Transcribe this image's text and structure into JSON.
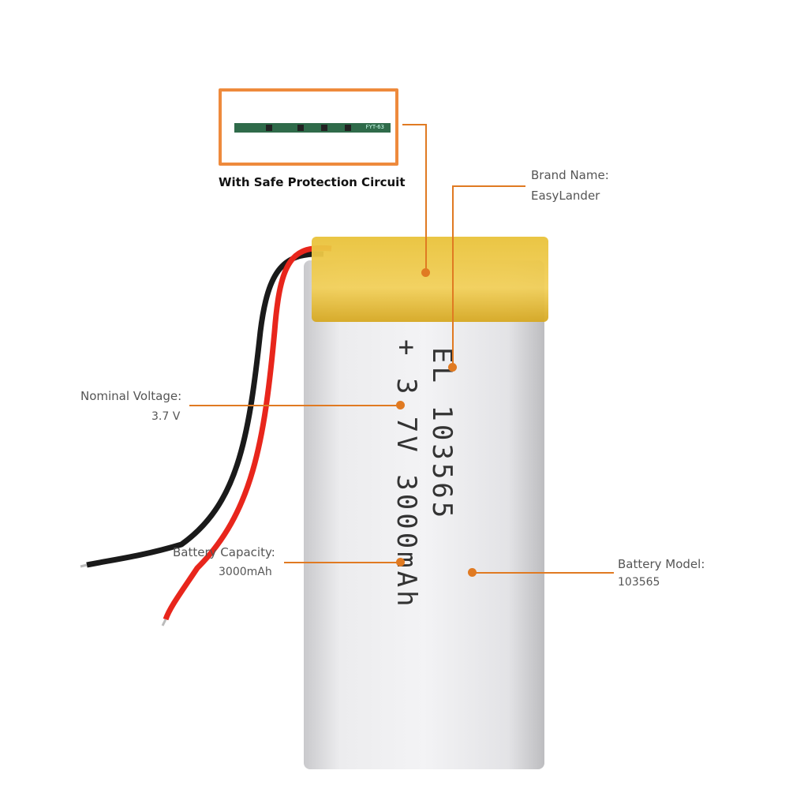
{
  "inset": {
    "caption": "With Safe Protection Circuit",
    "pcb_marking": "FYT-63"
  },
  "callouts": {
    "brand": {
      "label": "Brand Name:",
      "value": "EasyLander"
    },
    "voltage": {
      "label": "Nominal Voltage:",
      "value": "3.7 V"
    },
    "capacity": {
      "label": "Battery  Capacity:",
      "value": "3000mAh"
    },
    "model": {
      "label": "Battery Model:",
      "value": "103565"
    }
  },
  "battery_print": {
    "line1": "EL 103565",
    "line2": "+ 3.7V 3000mAh"
  },
  "colors": {
    "accent": "#e07a22",
    "frame": "#ee8a3c",
    "wire_red": "#e8261c",
    "wire_black": "#1a1a1a"
  }
}
